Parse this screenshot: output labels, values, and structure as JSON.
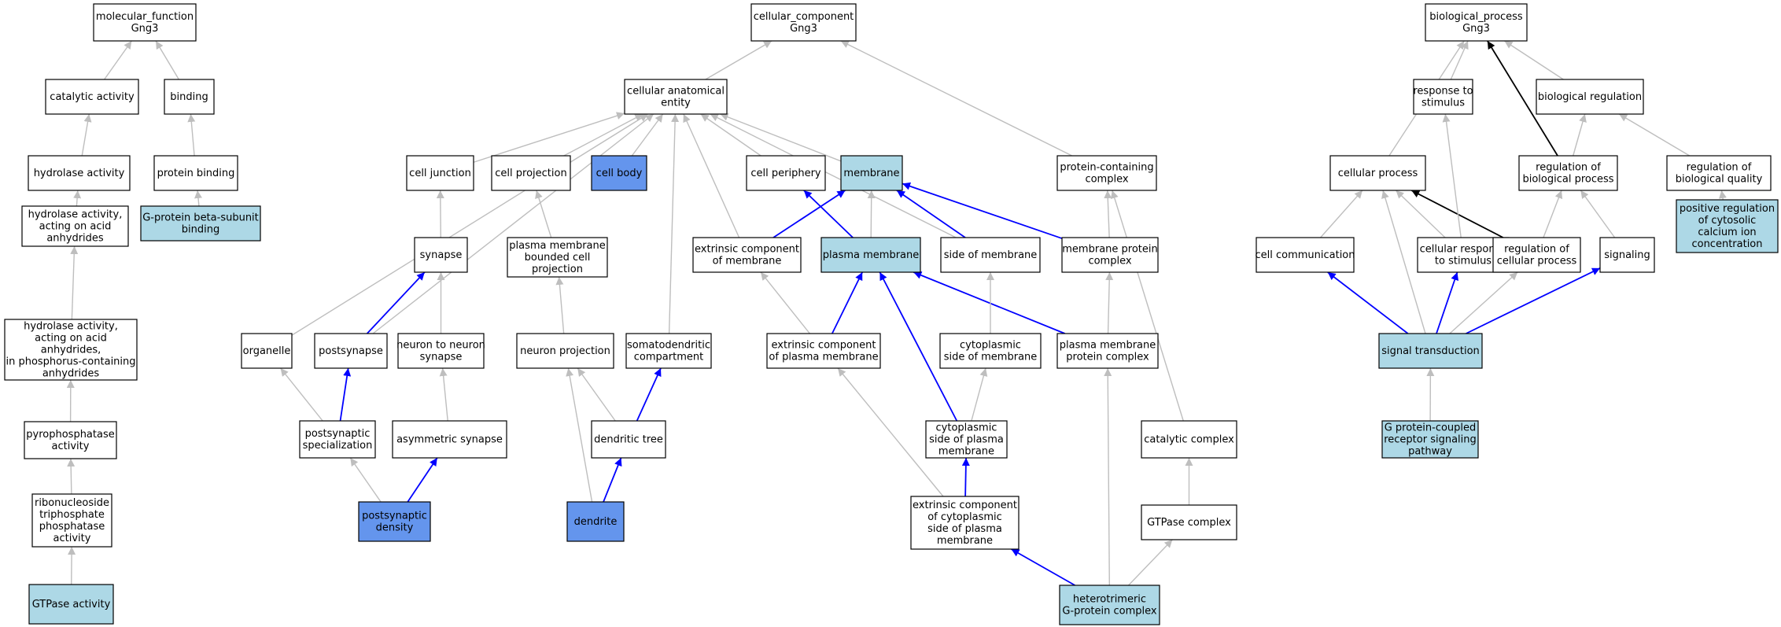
{
  "colors": {
    "default_fill": "#ffffff",
    "light_blue": "#add8e6",
    "dark_blue": "#6495ed",
    "edge_gray": "#bebebe",
    "edge_blue": "#0000ff",
    "edge_black": "#000000"
  },
  "nodes": [
    {
      "id": "mf",
      "lines": [
        "molecular_function",
        "Gng3"
      ],
      "fill": "white"
    },
    {
      "id": "catalytic",
      "lines": [
        "catalytic activity"
      ],
      "fill": "white"
    },
    {
      "id": "binding",
      "lines": [
        "binding"
      ],
      "fill": "white"
    },
    {
      "id": "hydrolase",
      "lines": [
        "hydrolase activity"
      ],
      "fill": "white"
    },
    {
      "id": "protein_binding",
      "lines": [
        "protein binding"
      ],
      "fill": "white"
    },
    {
      "id": "hydrolase_acid",
      "lines": [
        "hydrolase activity,",
        "acting on acid",
        "anhydrides"
      ],
      "fill": "white"
    },
    {
      "id": "gprotein_beta",
      "lines": [
        "G-protein beta-subunit",
        "binding"
      ],
      "fill": "light"
    },
    {
      "id": "hydrolase_phos",
      "lines": [
        "hydrolase activity,",
        "acting on acid",
        "anhydrides,",
        "in phosphorus-containing",
        "anhydrides"
      ],
      "fill": "white"
    },
    {
      "id": "pyrophosphatase",
      "lines": [
        "pyrophosphatase",
        "activity"
      ],
      "fill": "white"
    },
    {
      "id": "ribonucleoside",
      "lines": [
        "ribonucleoside",
        "triphosphate",
        "phosphatase",
        "activity"
      ],
      "fill": "white"
    },
    {
      "id": "gtpase_activity",
      "lines": [
        "GTPase activity"
      ],
      "fill": "light"
    },
    {
      "id": "cc",
      "lines": [
        "cellular_component",
        "Gng3"
      ],
      "fill": "white"
    },
    {
      "id": "cae",
      "lines": [
        "cellular anatomical",
        "entity"
      ],
      "fill": "white"
    },
    {
      "id": "cell_junction",
      "lines": [
        "cell junction"
      ],
      "fill": "white"
    },
    {
      "id": "cell_projection",
      "lines": [
        "cell projection"
      ],
      "fill": "white"
    },
    {
      "id": "cell_body",
      "lines": [
        "cell body"
      ],
      "fill": "dark"
    },
    {
      "id": "cell_periphery",
      "lines": [
        "cell periphery"
      ],
      "fill": "white"
    },
    {
      "id": "membrane",
      "lines": [
        "membrane"
      ],
      "fill": "light"
    },
    {
      "id": "pcc",
      "lines": [
        "protein-containing",
        "complex"
      ],
      "fill": "white"
    },
    {
      "id": "synapse",
      "lines": [
        "synapse"
      ],
      "fill": "white"
    },
    {
      "id": "pm_bounded",
      "lines": [
        "plasma membrane",
        "bounded cell",
        "projection"
      ],
      "fill": "white"
    },
    {
      "id": "extrinsic_mem",
      "lines": [
        "extrinsic component",
        "of membrane"
      ],
      "fill": "white"
    },
    {
      "id": "plasma_membrane",
      "lines": [
        "plasma membrane"
      ],
      "fill": "light"
    },
    {
      "id": "side_of_membrane",
      "lines": [
        "side of membrane"
      ],
      "fill": "white"
    },
    {
      "id": "mem_protein_complex",
      "lines": [
        "membrane protein",
        "complex"
      ],
      "fill": "white"
    },
    {
      "id": "organelle",
      "lines": [
        "organelle"
      ],
      "fill": "white"
    },
    {
      "id": "postsynapse",
      "lines": [
        "postsynapse"
      ],
      "fill": "white"
    },
    {
      "id": "n2n_synapse",
      "lines": [
        "neuron to neuron",
        "synapse"
      ],
      "fill": "white"
    },
    {
      "id": "neuron_projection",
      "lines": [
        "neuron projection"
      ],
      "fill": "white"
    },
    {
      "id": "somatodendritic",
      "lines": [
        "somatodendritic",
        "compartment"
      ],
      "fill": "white"
    },
    {
      "id": "extrinsic_pm",
      "lines": [
        "extrinsic component",
        "of plasma membrane"
      ],
      "fill": "white"
    },
    {
      "id": "cyto_side_mem",
      "lines": [
        "cytoplasmic",
        "side of membrane"
      ],
      "fill": "white"
    },
    {
      "id": "pm_protein_complex",
      "lines": [
        "plasma membrane",
        "protein complex"
      ],
      "fill": "white"
    },
    {
      "id": "postsynaptic_spec",
      "lines": [
        "postsynaptic",
        "specialization"
      ],
      "fill": "white"
    },
    {
      "id": "asym_synapse",
      "lines": [
        "asymmetric synapse"
      ],
      "fill": "white"
    },
    {
      "id": "dendritic_tree",
      "lines": [
        "dendritic tree"
      ],
      "fill": "white"
    },
    {
      "id": "cyto_side_pm",
      "lines": [
        "cytoplasmic",
        "side of plasma",
        "membrane"
      ],
      "fill": "white"
    },
    {
      "id": "catalytic_complex",
      "lines": [
        "catalytic complex"
      ],
      "fill": "white"
    },
    {
      "id": "psd",
      "lines": [
        "postsynaptic",
        "density"
      ],
      "fill": "dark"
    },
    {
      "id": "dendrite",
      "lines": [
        "dendrite"
      ],
      "fill": "dark"
    },
    {
      "id": "extrinsic_cyto_pm",
      "lines": [
        "extrinsic component",
        "of cytoplasmic",
        "side of plasma",
        "membrane"
      ],
      "fill": "white"
    },
    {
      "id": "gtpase_complex",
      "lines": [
        "GTPase complex"
      ],
      "fill": "white"
    },
    {
      "id": "hetero_gprotein",
      "lines": [
        "heterotrimeric",
        "G-protein complex"
      ],
      "fill": "light"
    },
    {
      "id": "bp",
      "lines": [
        "biological_process",
        "Gng3"
      ],
      "fill": "white"
    },
    {
      "id": "response_stimulus",
      "lines": [
        "response to",
        "stimulus"
      ],
      "fill": "white"
    },
    {
      "id": "bio_regulation",
      "lines": [
        "biological regulation"
      ],
      "fill": "white"
    },
    {
      "id": "cellular_process",
      "lines": [
        "cellular process"
      ],
      "fill": "white"
    },
    {
      "id": "reg_bio_process",
      "lines": [
        "regulation of",
        "biological process"
      ],
      "fill": "white"
    },
    {
      "id": "reg_bio_quality",
      "lines": [
        "regulation of",
        "biological quality"
      ],
      "fill": "white"
    },
    {
      "id": "cell_communication",
      "lines": [
        "cell communication"
      ],
      "fill": "white"
    },
    {
      "id": "cell_resp_stimulus",
      "lines": [
        "cellular response",
        "to stimulus"
      ],
      "fill": "white"
    },
    {
      "id": "reg_cell_process",
      "lines": [
        "regulation of",
        "cellular process"
      ],
      "fill": "white"
    },
    {
      "id": "signaling",
      "lines": [
        "signaling"
      ],
      "fill": "white"
    },
    {
      "id": "pos_reg_calcium",
      "lines": [
        "positive regulation",
        "of cytosolic",
        "calcium ion",
        "concentration"
      ],
      "fill": "light"
    },
    {
      "id": "signal_transduction",
      "lines": [
        "signal transduction"
      ],
      "fill": "light"
    },
    {
      "id": "gpcr_pathway",
      "lines": [
        "G protein-coupled",
        "receptor signaling",
        "pathway"
      ],
      "fill": "light"
    }
  ],
  "edges": [
    {
      "from": "catalytic",
      "to": "mf",
      "color": "gray"
    },
    {
      "from": "binding",
      "to": "mf",
      "color": "gray"
    },
    {
      "from": "hydrolase",
      "to": "catalytic",
      "color": "gray"
    },
    {
      "from": "protein_binding",
      "to": "binding",
      "color": "gray"
    },
    {
      "from": "hydrolase_acid",
      "to": "hydrolase",
      "color": "gray"
    },
    {
      "from": "gprotein_beta",
      "to": "protein_binding",
      "color": "gray"
    },
    {
      "from": "hydrolase_phos",
      "to": "hydrolase_acid",
      "color": "gray"
    },
    {
      "from": "pyrophosphatase",
      "to": "hydrolase_phos",
      "color": "gray"
    },
    {
      "from": "ribonucleoside",
      "to": "pyrophosphatase",
      "color": "gray"
    },
    {
      "from": "gtpase_activity",
      "to": "ribonucleoside",
      "color": "gray"
    },
    {
      "from": "cae",
      "to": "cc",
      "color": "gray"
    },
    {
      "from": "pcc",
      "to": "cc",
      "color": "gray"
    },
    {
      "from": "cell_junction",
      "to": "cae",
      "color": "gray"
    },
    {
      "from": "cell_projection",
      "to": "cae",
      "color": "gray"
    },
    {
      "from": "cell_body",
      "to": "cae",
      "color": "gray"
    },
    {
      "from": "cell_periphery",
      "to": "cae",
      "color": "gray"
    },
    {
      "from": "membrane",
      "to": "cae",
      "color": "gray"
    },
    {
      "from": "organelle",
      "to": "cae",
      "color": "gray"
    },
    {
      "from": "postsynapse",
      "to": "cae",
      "color": "gray"
    },
    {
      "from": "extrinsic_mem",
      "to": "cae",
      "color": "gray"
    },
    {
      "from": "side_of_membrane",
      "to": "cae",
      "color": "gray"
    },
    {
      "from": "somatodendritic",
      "to": "cae",
      "color": "gray"
    },
    {
      "from": "synapse",
      "to": "cell_junction",
      "color": "gray"
    },
    {
      "from": "pm_bounded",
      "to": "cell_projection",
      "color": "gray"
    },
    {
      "from": "plasma_membrane",
      "to": "cell_periphery",
      "color": "blue"
    },
    {
      "from": "plasma_membrane",
      "to": "membrane",
      "color": "gray"
    },
    {
      "from": "extrinsic_mem",
      "to": "membrane",
      "color": "blue"
    },
    {
      "from": "side_of_membrane",
      "to": "membrane",
      "color": "blue"
    },
    {
      "from": "mem_protein_complex",
      "to": "membrane",
      "color": "blue"
    },
    {
      "from": "mem_protein_complex",
      "to": "pcc",
      "color": "gray"
    },
    {
      "from": "catalytic_complex",
      "to": "pcc",
      "color": "gray"
    },
    {
      "from": "postsynapse",
      "to": "synapse",
      "color": "blue"
    },
    {
      "from": "n2n_synapse",
      "to": "synapse",
      "color": "gray"
    },
    {
      "from": "neuron_projection",
      "to": "pm_bounded",
      "color": "gray"
    },
    {
      "from": "extrinsic_pm",
      "to": "extrinsic_mem",
      "color": "gray"
    },
    {
      "from": "extrinsic_pm",
      "to": "plasma_membrane",
      "color": "blue"
    },
    {
      "from": "cyto_side_pm",
      "to": "plasma_membrane",
      "color": "blue"
    },
    {
      "from": "pm_protein_complex",
      "to": "plasma_membrane",
      "color": "blue"
    },
    {
      "from": "cyto_side_mem",
      "to": "side_of_membrane",
      "color": "gray"
    },
    {
      "from": "pm_protein_complex",
      "to": "mem_protein_complex",
      "color": "gray"
    },
    {
      "from": "postsynaptic_spec",
      "to": "organelle",
      "color": "gray"
    },
    {
      "from": "postsynaptic_spec",
      "to": "postsynapse",
      "color": "blue"
    },
    {
      "from": "asym_synapse",
      "to": "n2n_synapse",
      "color": "gray"
    },
    {
      "from": "dendritic_tree",
      "to": "neuron_projection",
      "color": "gray"
    },
    {
      "from": "dendritic_tree",
      "to": "somatodendritic",
      "color": "blue"
    },
    {
      "from": "cyto_side_pm",
      "to": "cyto_side_mem",
      "color": "gray"
    },
    {
      "from": "psd",
      "to": "postsynaptic_spec",
      "color": "gray"
    },
    {
      "from": "psd",
      "to": "asym_synapse",
      "color": "blue"
    },
    {
      "from": "dendrite",
      "to": "dendritic_tree",
      "color": "blue"
    },
    {
      "from": "dendrite",
      "to": "neuron_projection",
      "color": "gray"
    },
    {
      "from": "extrinsic_cyto_pm",
      "to": "cyto_side_pm",
      "color": "blue"
    },
    {
      "from": "extrinsic_cyto_pm",
      "to": "extrinsic_pm",
      "color": "gray"
    },
    {
      "from": "gtpase_complex",
      "to": "catalytic_complex",
      "color": "gray"
    },
    {
      "from": "hetero_gprotein",
      "to": "extrinsic_cyto_pm",
      "color": "blue"
    },
    {
      "from": "hetero_gprotein",
      "to": "gtpase_complex",
      "color": "gray"
    },
    {
      "from": "hetero_gprotein",
      "to": "pm_protein_complex",
      "color": "gray"
    },
    {
      "from": "response_stimulus",
      "to": "bp",
      "color": "gray"
    },
    {
      "from": "bio_regulation",
      "to": "bp",
      "color": "gray"
    },
    {
      "from": "cellular_process",
      "to": "bp",
      "color": "gray"
    },
    {
      "from": "reg_bio_process",
      "to": "bp",
      "color": "black"
    },
    {
      "from": "reg_bio_process",
      "to": "bio_regulation",
      "color": "gray"
    },
    {
      "from": "reg_bio_quality",
      "to": "bio_regulation",
      "color": "gray"
    },
    {
      "from": "cell_communication",
      "to": "cellular_process",
      "color": "gray"
    },
    {
      "from": "cell_resp_stimulus",
      "to": "cellular_process",
      "color": "gray"
    },
    {
      "from": "reg_cell_process",
      "to": "cellular_process",
      "color": "black"
    },
    {
      "from": "cell_resp_stimulus",
      "to": "response_stimulus",
      "color": "gray"
    },
    {
      "from": "reg_cell_process",
      "to": "reg_bio_process",
      "color": "gray"
    },
    {
      "from": "signaling",
      "to": "reg_bio_process",
      "color": "gray"
    },
    {
      "from": "pos_reg_calcium",
      "to": "reg_bio_quality",
      "color": "gray"
    },
    {
      "from": "signal_transduction",
      "to": "cell_communication",
      "color": "blue"
    },
    {
      "from": "signal_transduction",
      "to": "cell_resp_stimulus",
      "color": "blue"
    },
    {
      "from": "signal_transduction",
      "to": "signaling",
      "color": "blue"
    },
    {
      "from": "signal_transduction",
      "to": "cellular_process",
      "color": "gray"
    },
    {
      "from": "signal_transduction",
      "to": "reg_cell_process",
      "color": "gray"
    },
    {
      "from": "gpcr_pathway",
      "to": "signal_transduction",
      "color": "gray"
    }
  ]
}
